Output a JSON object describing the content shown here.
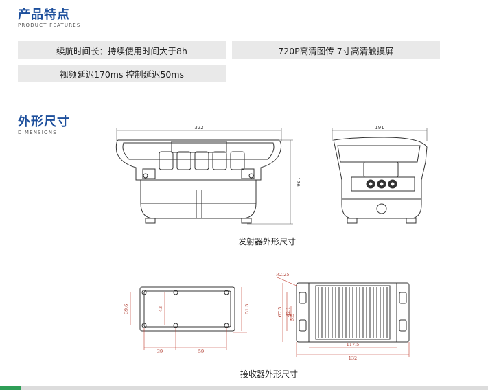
{
  "features_section": {
    "title": "产品特点",
    "subtitle": "PRODUCT FEATURES"
  },
  "features": [
    "续航时间长：持续使用时间大于8h",
    "720P高清图传 7寸高清触摸屏",
    "视频延迟170ms 控制延迟50ms"
  ],
  "dimensions_section": {
    "title": "外形尺寸",
    "subtitle": "DIMENSIONS"
  },
  "transmitter": {
    "caption": "发射器外形尺寸",
    "front_width": "322",
    "front_height": "176",
    "side_width": "191"
  },
  "receiver": {
    "caption": "接收器外形尺寸",
    "plan_dims": [
      "39.6",
      "43",
      "51.5",
      "39",
      "59"
    ],
    "side_dims": [
      "R2.25",
      "42.1",
      "67.5",
      "5.5",
      "117.5",
      "132"
    ]
  }
}
